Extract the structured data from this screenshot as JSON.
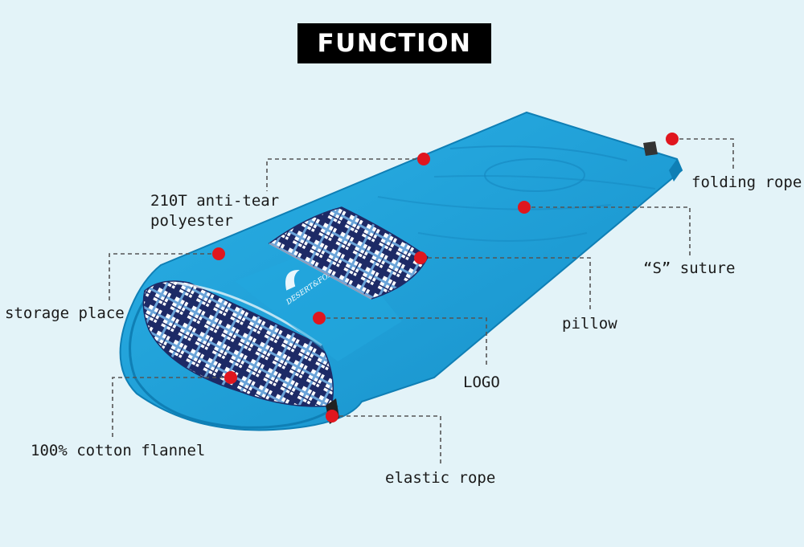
{
  "title": "FUNCTION",
  "product": {
    "logo_text": "DESERT&FOX",
    "colors": {
      "background": "#e3f3f8",
      "bag": "#1f9fd6",
      "bag_shadow": "#0f7fb5",
      "flannel_dark": "#1d2a66",
      "flannel_light": "#ffffff",
      "marker": "#e0161e",
      "leader": "#555555"
    }
  },
  "labels": {
    "folding_rope": "folding rope",
    "anti_tear_line1": "210T anti-tear",
    "anti_tear_line2": "polyester",
    "s_suture": "“S” suture",
    "storage_place": "storage place",
    "pillow": "pillow",
    "logo": "LOGO",
    "cotton_flannel": "100% cotton flannel",
    "elastic_rope": "elastic rope"
  }
}
